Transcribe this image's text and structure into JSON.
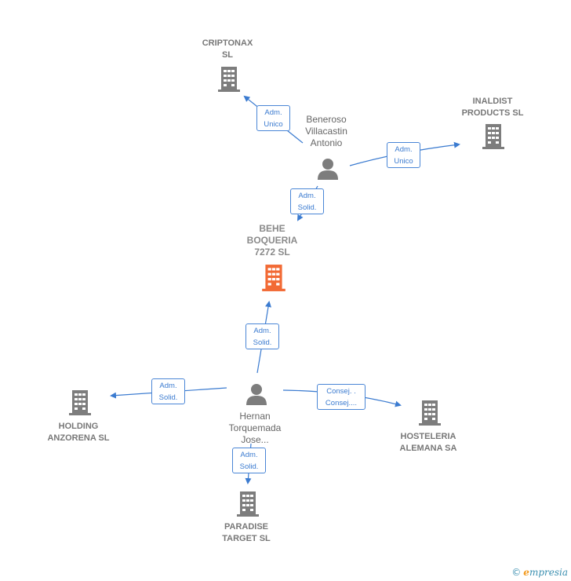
{
  "nodes": {
    "criptonax": {
      "label": "CRIPTONAX\nSL"
    },
    "inaldist": {
      "label": "INALDIST\nPRODUCTS  SL"
    },
    "beneroso": {
      "label": "Beneroso\nVillacastin\nAntonio"
    },
    "behe": {
      "label": "BEHE\nBOQUERIA\n7272  SL"
    },
    "hernan": {
      "label": "Hernan\nTorquemada\nJose..."
    },
    "holding": {
      "label": "HOLDING\nANZORENA  SL"
    },
    "hosteleria": {
      "label": "HOSTELERIA\nALEMANA SA"
    },
    "paradise": {
      "label": "PARADISE\nTARGET  SL"
    }
  },
  "edges": {
    "e1": {
      "label": "Adm.\nUnico"
    },
    "e2": {
      "label": "Adm.\nUnico"
    },
    "e3": {
      "label": "Adm.\nSolid."
    },
    "e4": {
      "label": "Adm.\nSolid."
    },
    "e5": {
      "label": "Adm.\nSolid."
    },
    "e6": {
      "label": "Consej. .\nConsej...."
    },
    "e7": {
      "label": "Adm.\nSolid."
    }
  },
  "brand": {
    "copyright": "©",
    "initial": "e",
    "rest": "mpresia"
  },
  "colors": {
    "company": "#7d7d7d",
    "focus": "#f26a35",
    "person": "#7d7d7d",
    "edge": "#3b7bd0"
  }
}
